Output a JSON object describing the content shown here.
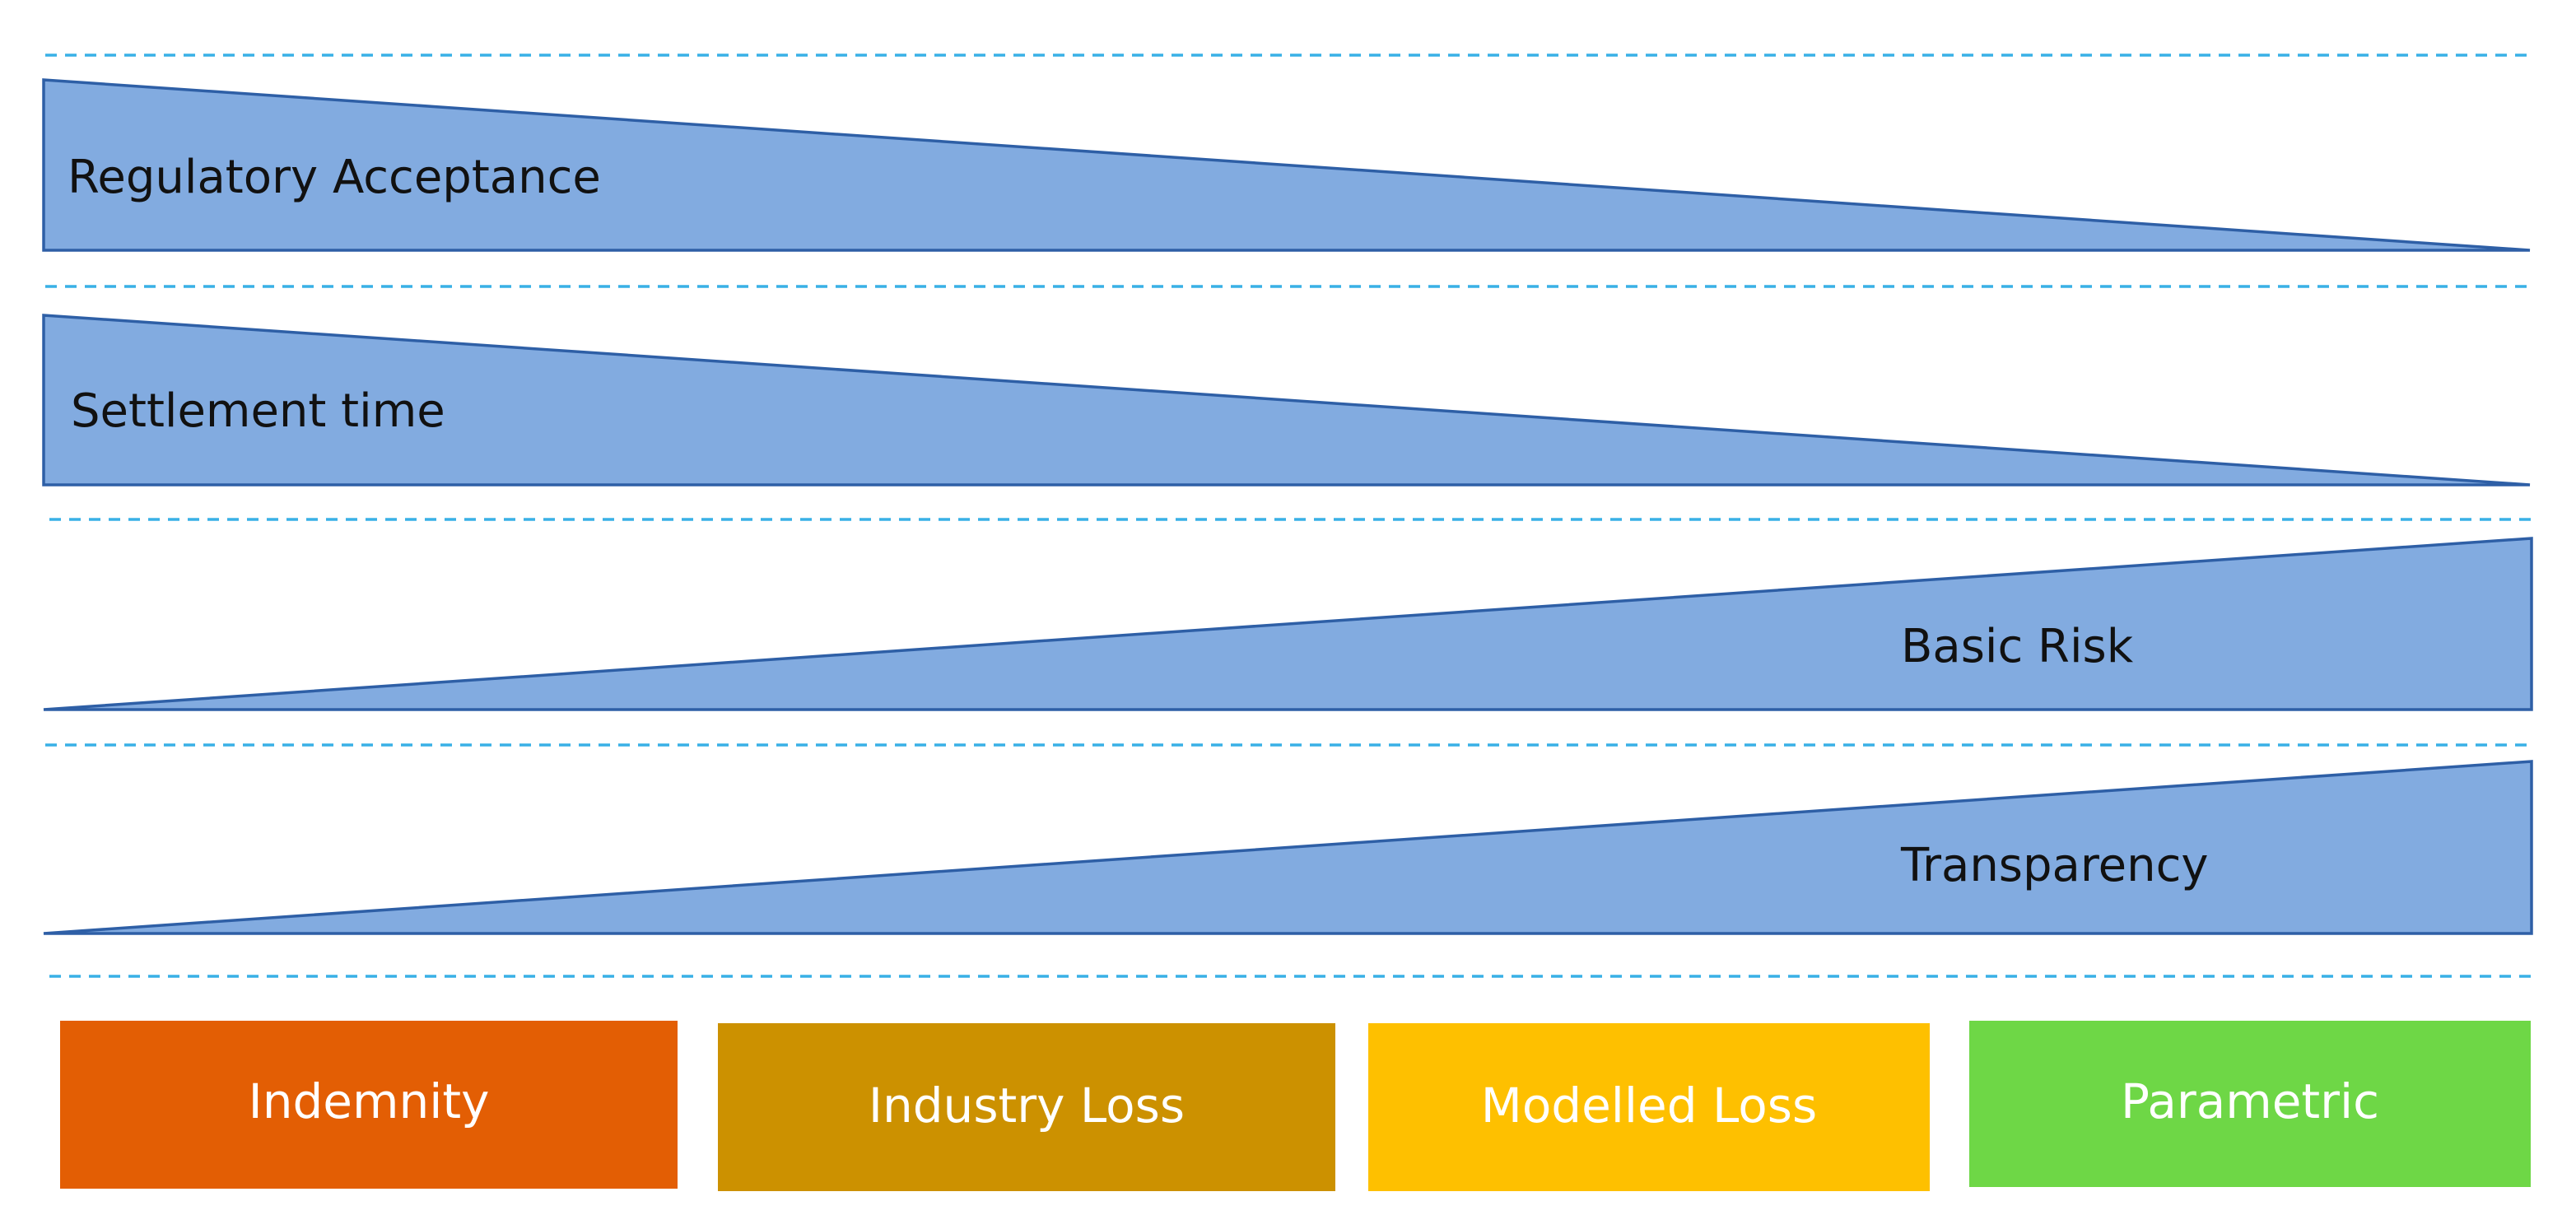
{
  "colors": {
    "wedge_fill": "#82abe0",
    "wedge_stroke": "#2e5fa6",
    "dashed_line": "#39b0e6",
    "indemnity": "#e35e04",
    "industry_loss": "#cc9100",
    "modelled_loss": "#fec000",
    "parametric": "#6ed746",
    "box_text": "#ffffff"
  },
  "wedges": [
    {
      "id": "regulatory-acceptance",
      "label": "Regulatory Acceptance",
      "direction": "decreasing"
    },
    {
      "id": "settlement-time",
      "label": "Settlement time",
      "direction": "decreasing"
    },
    {
      "id": "basic-risk",
      "label": "Basic Risk",
      "direction": "increasing"
    },
    {
      "id": "transparency",
      "label": "Transparency",
      "direction": "increasing"
    }
  ],
  "categories": [
    {
      "id": "indemnity",
      "label": "Indemnity"
    },
    {
      "id": "industry-loss",
      "label": "Industry Loss"
    },
    {
      "id": "modelled-loss",
      "label": "Modelled Loss"
    },
    {
      "id": "parametric",
      "label": "Parametric"
    }
  ]
}
